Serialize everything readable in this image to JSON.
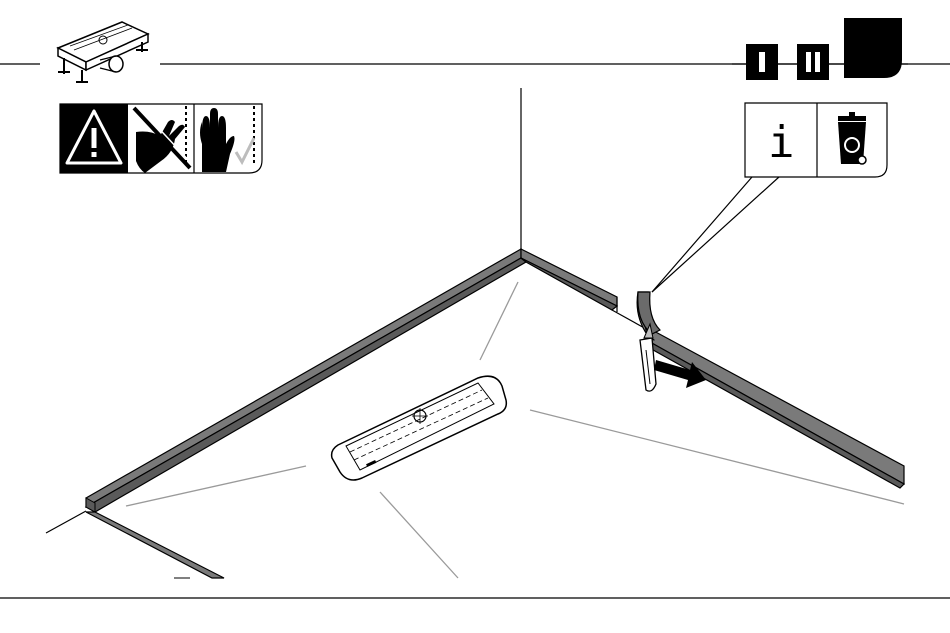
{
  "header": {
    "product_icon": "shower-drain-product-icon",
    "warning_pictograms": [
      "warning-triangle-icon",
      "no-bare-hands-icon",
      "wear-gloves-icon"
    ]
  },
  "steps": {
    "items": [
      {
        "label": "I",
        "state": "completed"
      },
      {
        "label": "II",
        "state": "completed"
      },
      {
        "label": "",
        "state": "current"
      }
    ],
    "color": "#000000"
  },
  "info_panel": {
    "info_letter": "i",
    "icons": [
      "info-icon",
      "recycle-bin-icon"
    ]
  },
  "scene": {
    "parts": [
      "floor-perimeter",
      "edge-insulation-strip",
      "drain-body",
      "cutter-knife",
      "cut-direction-arrow"
    ],
    "accent_color": "#000000",
    "strip_color": "#6b6b6b"
  }
}
